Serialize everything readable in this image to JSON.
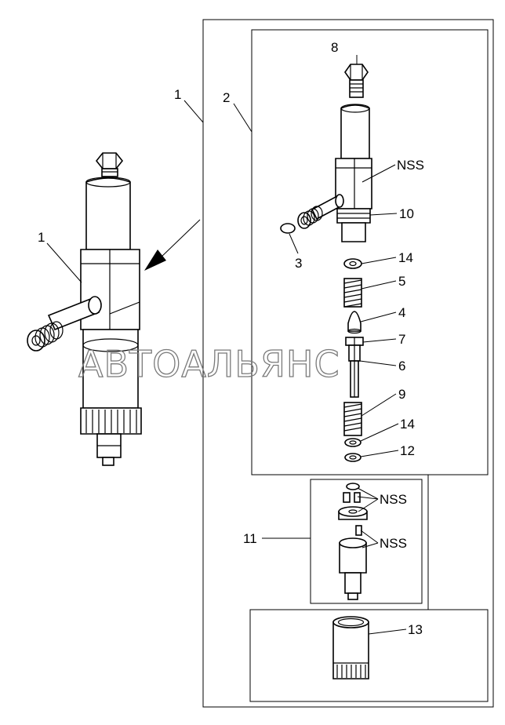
{
  "watermark": "АВТОАЛЬЯНС",
  "callouts": {
    "assembly": "1",
    "assembly_arrow": "1",
    "holder": "2",
    "seal_ring": "3",
    "valve": "4",
    "spring_upper": "5",
    "spindle": "6",
    "pin": "7",
    "cap_nut": "8",
    "spring_lower": "9",
    "body": "10",
    "nozzle_kit": "11",
    "shim": "12",
    "retaining_nut": "13",
    "washer_upper": "14",
    "washer_lower": "14",
    "nss_body": "NSS",
    "nss_kit_upper": "NSS",
    "nss_kit_lower": "NSS"
  }
}
